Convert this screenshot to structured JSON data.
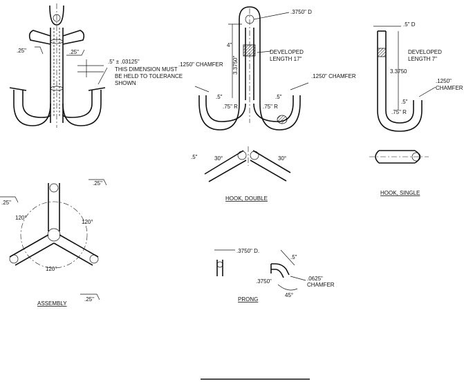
{
  "anchor": {
    "dim_left_25": ".25\"",
    "dim_right_25": ".25\"",
    "dim_tol": ".5\" ± .03125\"",
    "note_line1": "THIS DIMENSION MUST",
    "note_line2": "BE HELD TO TOLERANCE",
    "note_line3": "SHOWN"
  },
  "hook_double": {
    "dim_d": ".3750\" D",
    "dim_4": "4\"",
    "dim_3375": "3.3750\"",
    "developed_1": "DEVELOPED",
    "developed_2": "LENGTH 17\"",
    "chamfer_left": ".1250\" CHAMFER",
    "chamfer_right": ".1250\" CHAMFER",
    "dim_5_left": ".5\"",
    "dim_5_right": ".5\"",
    "radius_left": ".75\" R",
    "radius_right": ".75\" R",
    "top_dim_5": ".5\"",
    "angle_left": "30°",
    "angle_right": "30°",
    "caption": "HOOK, DOUBLE"
  },
  "hook_single": {
    "dim_d": ".5\" D",
    "dim_3375": "3.3750",
    "developed_1": "DEVELOPED",
    "developed_2": "LENGTH 7\"",
    "chamfer_1": ".1250\"",
    "chamfer_2": "CHAMFER",
    "dim_5": ".5\"",
    "radius": ".75\" R",
    "caption": "HOOK, SINGLE"
  },
  "assembly": {
    "dim_top": ".25\"",
    "dim_left": ".25\"",
    "dim_bottom": ".25\"",
    "angle_left": "120°",
    "angle_right": "120°",
    "angle_bottom": "120°",
    "caption": "ASSEMBLY"
  },
  "prong": {
    "dim_d": ".3750\" D.",
    "dim_5": ".5\"",
    "dim_3750": ".3750\"",
    "chamfer_1": ".0625\"",
    "chamfer_2": "CHAMFER",
    "angle": "45°",
    "caption": "PRONG"
  }
}
